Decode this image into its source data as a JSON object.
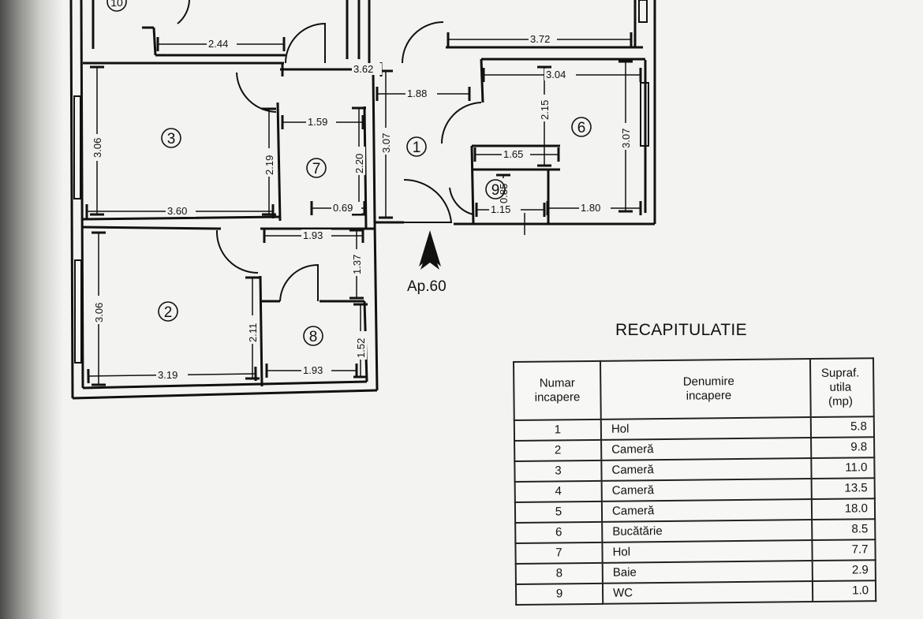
{
  "plan": {
    "apartment_label": "Ap.60",
    "room_numbers": {
      "r1": "1",
      "r2": "2",
      "r3": "3",
      "r6": "6",
      "r7": "7",
      "r8": "8",
      "r9": "9",
      "r10": "10"
    },
    "dimensions": {
      "d_2_44": "2.44",
      "d_3_72": "3.72",
      "d_3_62": "3.62",
      "d_3_04": "3.04",
      "d_1_88": "1.88",
      "d_3_06a": "3.06",
      "d_2_19": "2.19",
      "d_1_59": "1.59",
      "d_2_20": "2.20",
      "d_3_07a": "3.07",
      "d_2_15": "2.15",
      "d_3_07b": "3.07",
      "d_1_65": "1.65",
      "d_0_85": "0.85",
      "d_1_15": "1.15",
      "d_1_80": "1.80",
      "d_3_60": "3.60",
      "d_0_69": "0.69",
      "d_1_93a": "1.93",
      "d_1_37": "1.37",
      "d_3_06b": "3.06",
      "d_2_11": "2.11",
      "d_1_52": "1.52",
      "d_3_19": "3.19",
      "d_1_93b": "1.93"
    }
  },
  "recap": {
    "title": "RECAPITULATIE",
    "headers": {
      "num": [
        "Numar",
        "incapere"
      ],
      "name": [
        "Denumire",
        "incapere"
      ],
      "area": [
        "Supraf.",
        "utila",
        "(mp)"
      ]
    },
    "rows": [
      {
        "num": "1",
        "name": "Hol",
        "area": "5.8"
      },
      {
        "num": "2",
        "name": "Cameră",
        "area": "9.8"
      },
      {
        "num": "3",
        "name": "Cameră",
        "area": "11.0"
      },
      {
        "num": "4",
        "name": "Cameră",
        "area": "13.5"
      },
      {
        "num": "5",
        "name": "Cameră",
        "area": "18.0"
      },
      {
        "num": "6",
        "name": "Bucătărie",
        "area": "8.5"
      },
      {
        "num": "7",
        "name": "Hol",
        "area": "7.7"
      },
      {
        "num": "8",
        "name": "Baie",
        "area": "2.9"
      },
      {
        "num": "9",
        "name": "WC",
        "area": "1.0"
      }
    ]
  }
}
